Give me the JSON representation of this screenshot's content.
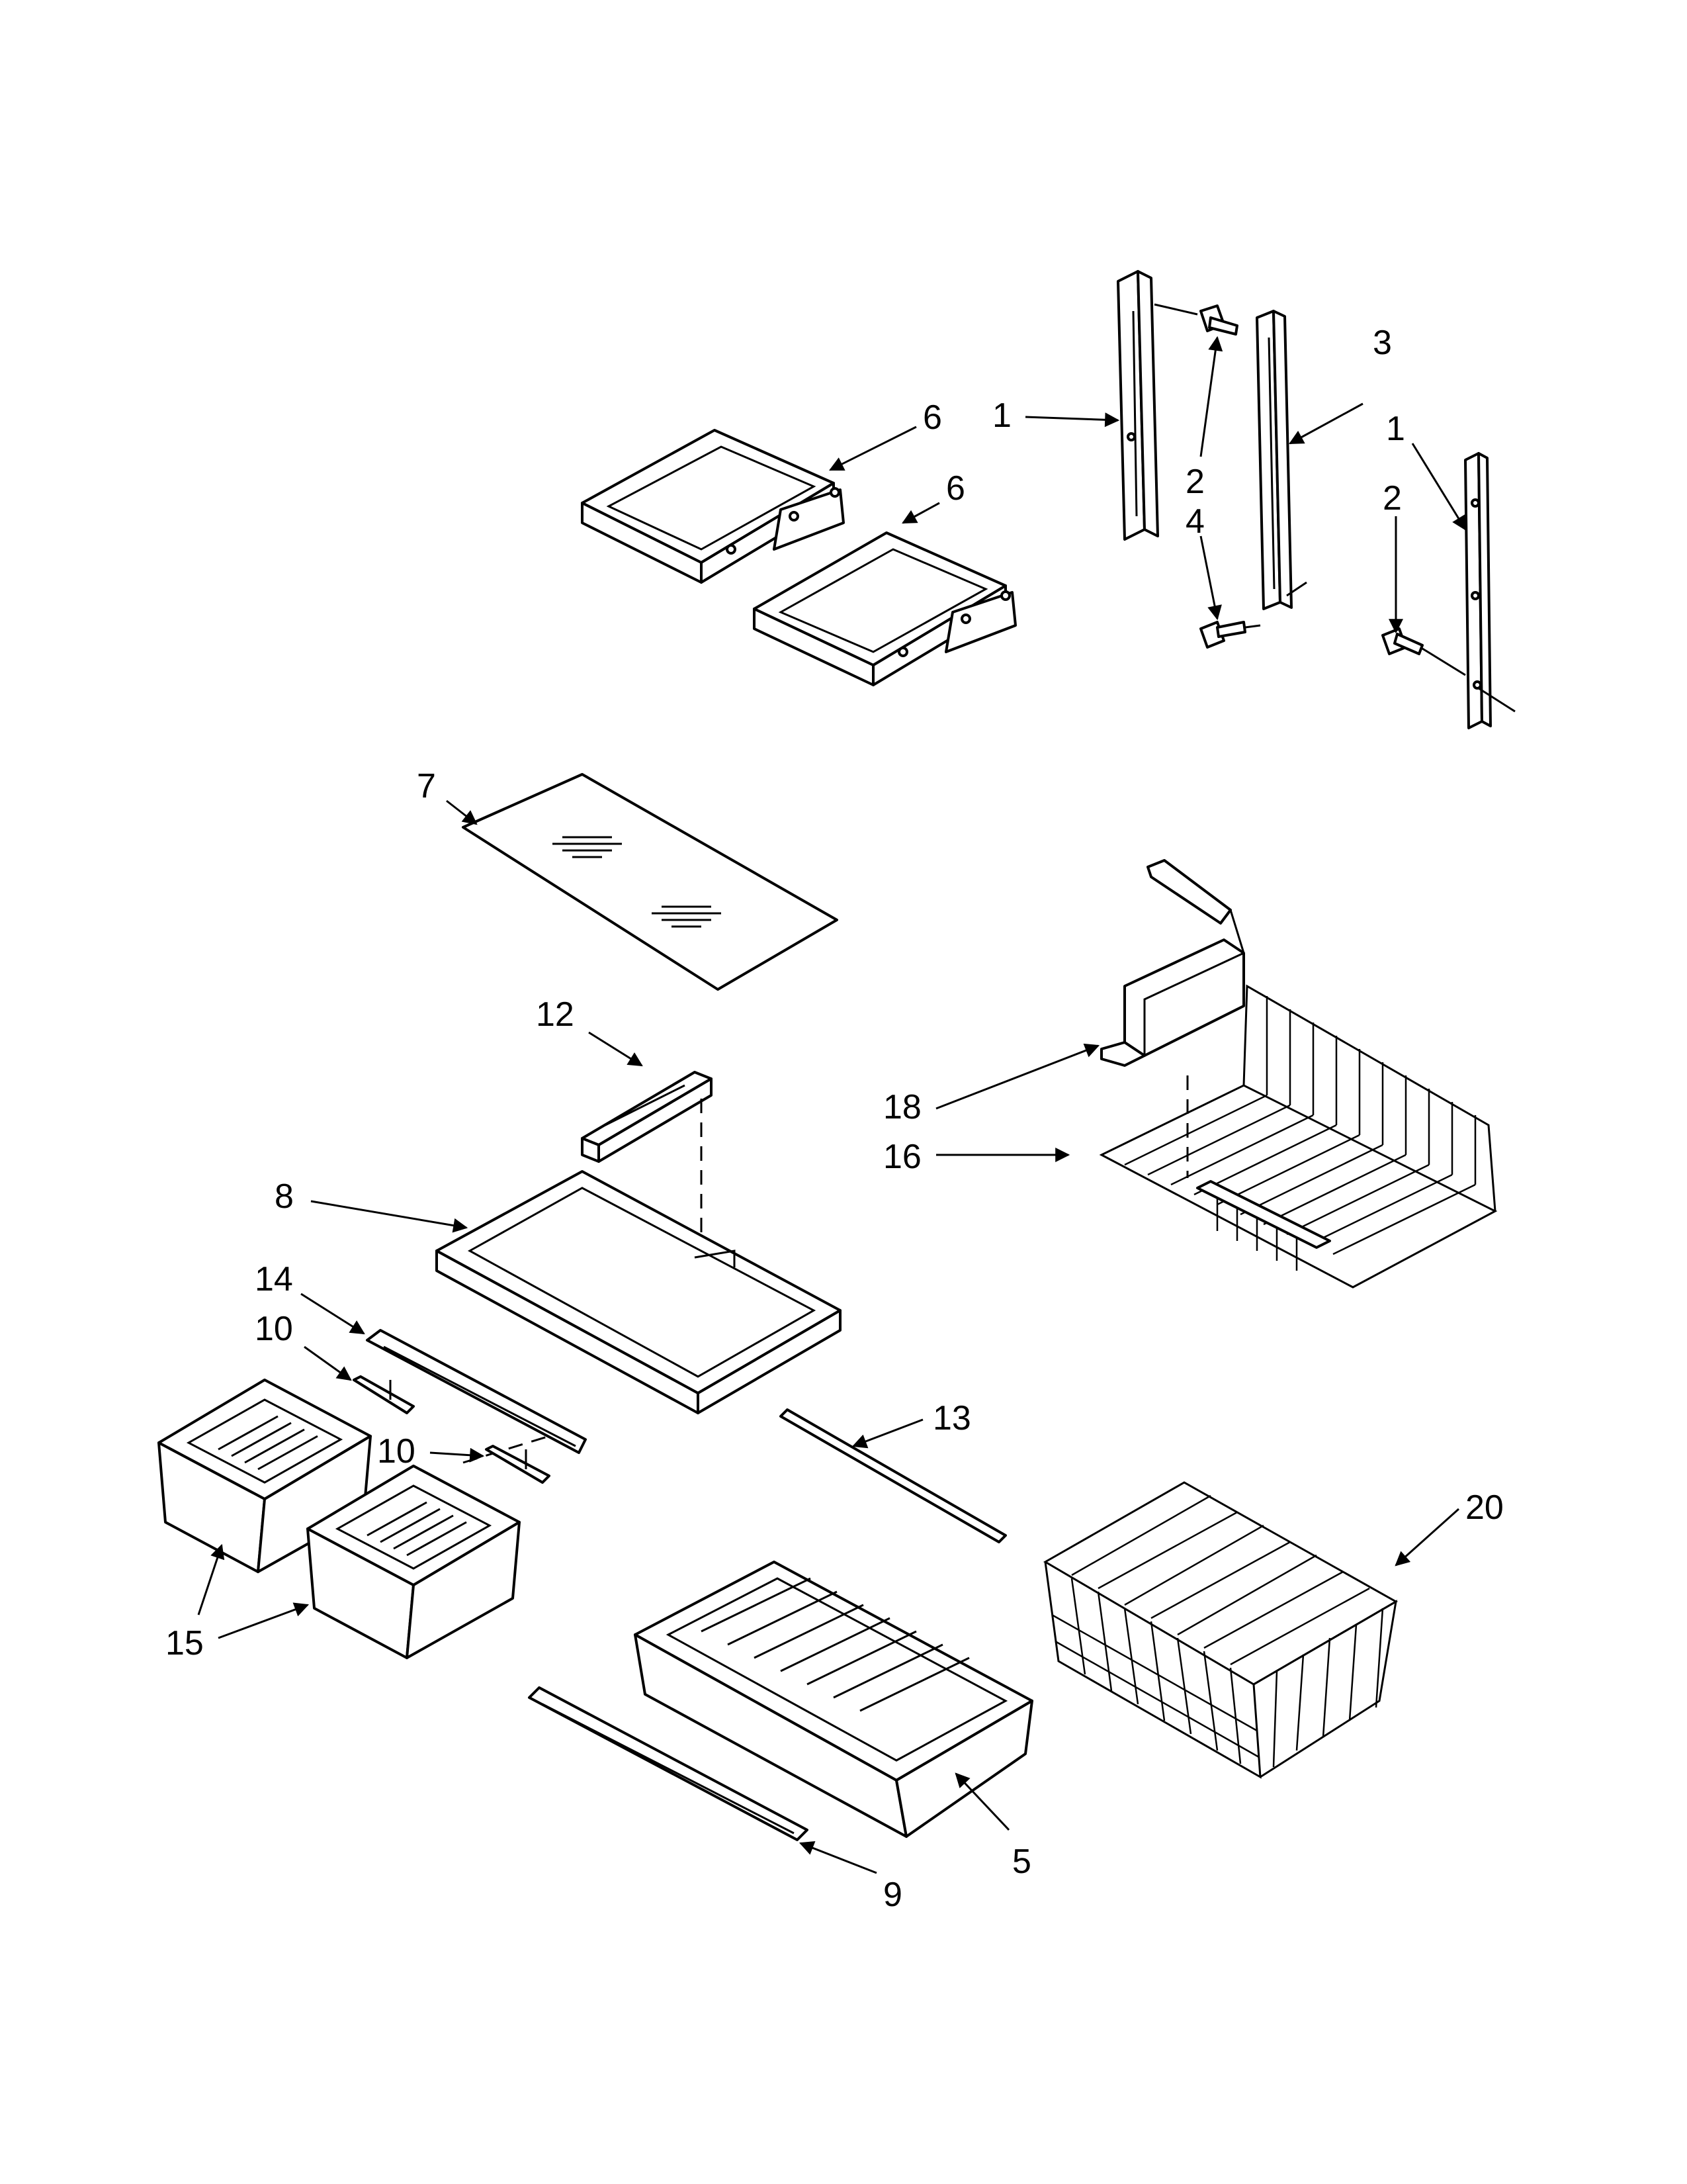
{
  "diagram": {
    "callouts": [
      {
        "id": "c6a",
        "label": "6"
      },
      {
        "id": "c6b",
        "label": "6"
      },
      {
        "id": "c1a",
        "label": "1"
      },
      {
        "id": "c2a",
        "label": "2"
      },
      {
        "id": "c4",
        "label": "4"
      },
      {
        "id": "c3",
        "label": "3"
      },
      {
        "id": "c1b",
        "label": "1"
      },
      {
        "id": "c2b",
        "label": "2"
      },
      {
        "id": "c7",
        "label": "7"
      },
      {
        "id": "c12",
        "label": "12"
      },
      {
        "id": "c18",
        "label": "18"
      },
      {
        "id": "c16",
        "label": "16"
      },
      {
        "id": "c8",
        "label": "8"
      },
      {
        "id": "c14",
        "label": "14"
      },
      {
        "id": "c10a",
        "label": "10"
      },
      {
        "id": "c10b",
        "label": "10"
      },
      {
        "id": "c13",
        "label": "13"
      },
      {
        "id": "c20",
        "label": "20"
      },
      {
        "id": "c15",
        "label": "15"
      },
      {
        "id": "c5",
        "label": "5"
      },
      {
        "id": "c9",
        "label": "9"
      }
    ]
  }
}
